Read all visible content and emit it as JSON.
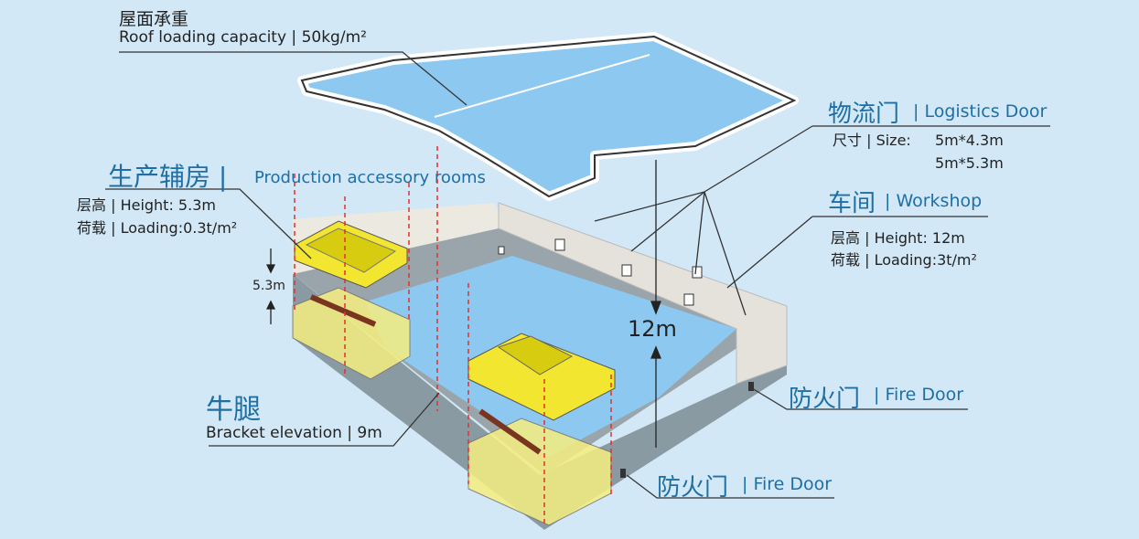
{
  "roof": {
    "title_cn": "屋面承重",
    "title_en": "Roof loading capacity | 50kg/m²"
  },
  "production_rooms": {
    "title_cn": "生产辅房 |",
    "title_en": "Production accessory rooms",
    "height": "层高 | Height: 5.3m",
    "loading": "荷载 | Loading:0.3t/m²",
    "dimension": "5.3m"
  },
  "logistics_door": {
    "title_cn": "物流门",
    "title_en": "| Logistics Door",
    "size_label": "尺寸 | Size:",
    "sizes": [
      "5m*4.3m",
      "5m*5.3m"
    ]
  },
  "workshop": {
    "title_cn": "车间",
    "title_en": "| Workshop",
    "height": "层高 | Height: 12m",
    "loading": "荷载 | Loading:3t/m²",
    "dimension": "12m"
  },
  "bracket": {
    "title_cn": "牛腿",
    "detail": "Bracket elevation | 9m"
  },
  "fire_door_right": {
    "title_cn": "防火门",
    "title_en": "| Fire Door"
  },
  "fire_door_bottom": {
    "title_cn": "防火门",
    "title_en": "| Fire Door"
  },
  "colors": {
    "background": "#d3e8f6",
    "accent": "#1d6fa6",
    "floor": "#8cc8f0",
    "room": "#f2e630"
  }
}
